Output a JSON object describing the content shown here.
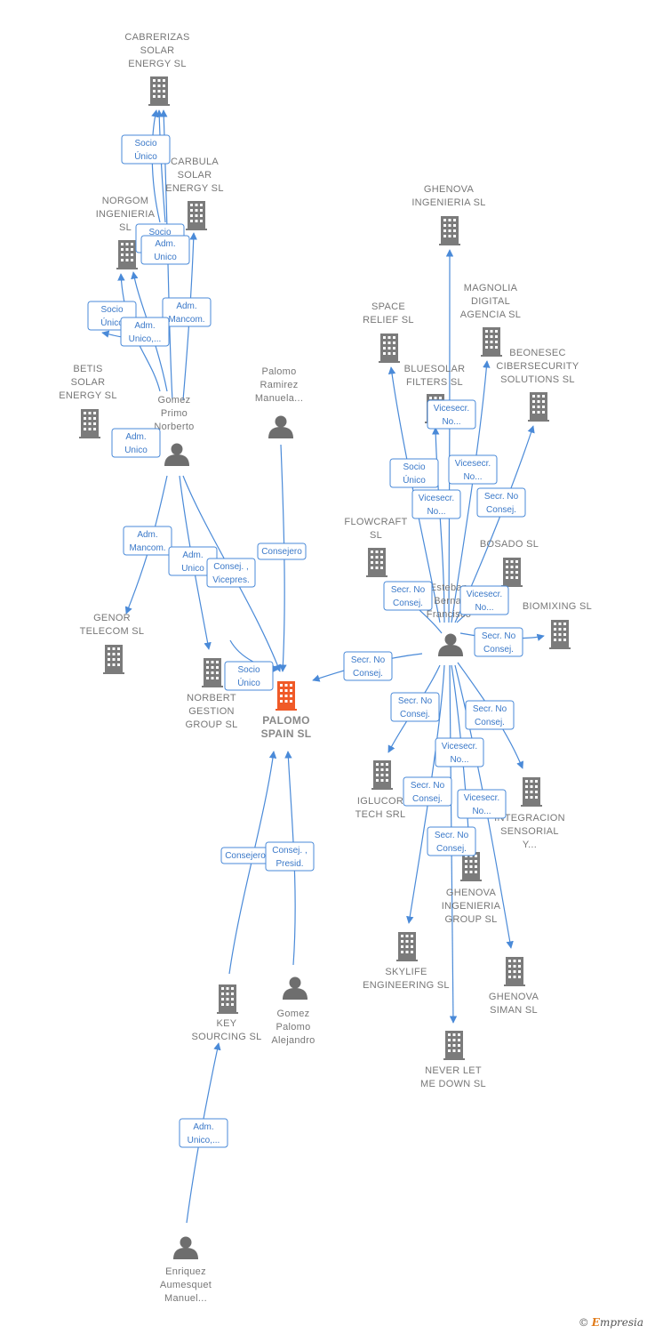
{
  "colors": {
    "edge": "#4a8ad8",
    "company": "#7b7b7b",
    "center_company": "#f05a28",
    "person": "#6e6e6e",
    "label": "#777777"
  },
  "nodes": [
    {
      "id": "palomo_spain",
      "type": "company",
      "center": true,
      "label": [
        "PALOMO",
        "SPAIN  SL"
      ]
    },
    {
      "id": "cabrerizas",
      "type": "company",
      "label": [
        "CABRERIZAS",
        "SOLAR",
        "ENERGY  SL"
      ]
    },
    {
      "id": "carbula",
      "type": "company",
      "label": [
        "CARBULA",
        "SOLAR",
        "ENERGY  SL"
      ]
    },
    {
      "id": "norgom",
      "type": "company",
      "label": [
        "NORGOM",
        "INGENIERIA",
        "SL"
      ]
    },
    {
      "id": "betis",
      "type": "company",
      "label": [
        "BETIS",
        "SOLAR",
        "ENERGY  SL"
      ]
    },
    {
      "id": "gomez_primo",
      "type": "person",
      "label": [
        "Gomez",
        "Primo",
        "Norberto"
      ]
    },
    {
      "id": "palomo_ramirez",
      "type": "person",
      "label": [
        "Palomo",
        "Ramirez",
        "Manuela..."
      ]
    },
    {
      "id": "genor",
      "type": "company",
      "label": [
        "GENOR",
        "TELECOM  SL"
      ]
    },
    {
      "id": "norbert",
      "type": "company",
      "label": [
        "NORBERT",
        "GESTION",
        "GROUP  SL"
      ]
    },
    {
      "id": "key_sourcing",
      "type": "company",
      "label": [
        "KEY",
        "SOURCING SL"
      ]
    },
    {
      "id": "gomez_palomo",
      "type": "person",
      "label": [
        "Gomez",
        "Palomo",
        "Alejandro"
      ]
    },
    {
      "id": "enriquez",
      "type": "person",
      "label": [
        "Enriquez",
        "Aumesquet",
        "Manuel..."
      ]
    },
    {
      "id": "ghenova_ing",
      "type": "company",
      "label": [
        "GHENOVA",
        "INGENIERIA SL"
      ]
    },
    {
      "id": "magnolia",
      "type": "company",
      "label": [
        "MAGNOLIA",
        "DIGITAL",
        "AGENCIA  SL"
      ]
    },
    {
      "id": "space_relief",
      "type": "company",
      "label": [
        "SPACE",
        "RELIEF  SL"
      ]
    },
    {
      "id": "bluesolar",
      "type": "company",
      "label": [
        "BLUESOLAR",
        "FILTERS  SL"
      ]
    },
    {
      "id": "beonesec",
      "type": "company",
      "label": [
        "BEONESEC",
        "CIBERSECURITY",
        "SOLUTIONS  SL"
      ]
    },
    {
      "id": "flowcraft",
      "type": "company",
      "label": [
        "FLOWCRAFT",
        "SL"
      ]
    },
    {
      "id": "bosado",
      "type": "company",
      "label": [
        "BOSADO SL"
      ]
    },
    {
      "id": "biomixing",
      "type": "company",
      "label": [
        "BIOMIXING  SL"
      ]
    },
    {
      "id": "esteban",
      "type": "person",
      "label": [
        "Esteban",
        "Bernal",
        "Francisco"
      ]
    },
    {
      "id": "iglucor",
      "type": "company",
      "label": [
        "IGLUCOR",
        "TECH SRL"
      ]
    },
    {
      "id": "integracion",
      "type": "company",
      "label": [
        "INTEGRACION",
        "SENSORIAL",
        "Y..."
      ]
    },
    {
      "id": "ghenova_group",
      "type": "company",
      "label": [
        "GHENOVA",
        "INGENIERIA",
        "GROUP  SL"
      ]
    },
    {
      "id": "skylife",
      "type": "company",
      "label": [
        "SKYLIFE",
        "ENGINEERING SL"
      ]
    },
    {
      "id": "ghenova_siman",
      "type": "company",
      "label": [
        "GHENOVA",
        "SIMAN  SL"
      ]
    },
    {
      "id": "never_let",
      "type": "company",
      "label": [
        "NEVER LET",
        "ME DOWN SL"
      ]
    }
  ],
  "edges": [
    {
      "label": [
        "Socio",
        "Único"
      ]
    },
    {
      "label": [
        "Socio",
        "Único"
      ]
    },
    {
      "label": [
        "Adm.",
        "Unico"
      ]
    },
    {
      "label": [
        "Adm.",
        "Mancom."
      ]
    },
    {
      "label": [
        "Socio",
        "Único"
      ]
    },
    {
      "label": [
        "Adm.",
        "Unico,..."
      ]
    },
    {
      "label": [
        "Adm.",
        "Unico"
      ]
    },
    {
      "label": [
        "Adm.",
        "Mancom."
      ]
    },
    {
      "label": [
        "Adm.",
        "Unico"
      ]
    },
    {
      "label": [
        "Consej. ,",
        "Vicepres."
      ]
    },
    {
      "label": [
        "Consejero"
      ]
    },
    {
      "label": [
        "Socio",
        "Único"
      ]
    },
    {
      "label": [
        "Consejero"
      ]
    },
    {
      "label": [
        "Consej. ,",
        "Presid."
      ]
    },
    {
      "label": [
        "Adm.",
        "Unico,..."
      ]
    },
    {
      "label": [
        "Secr.  No",
        "Consej."
      ]
    },
    {
      "label": [
        "Vicesecr.",
        "No..."
      ]
    },
    {
      "label": [
        "Socio",
        "Único"
      ]
    },
    {
      "label": [
        "Vicesecr.",
        "No..."
      ]
    },
    {
      "label": [
        "Vicesecr.",
        "No..."
      ]
    },
    {
      "label": [
        "Secr.  No",
        "Consej."
      ]
    },
    {
      "label": [
        "Secr.  No",
        "Consej."
      ]
    },
    {
      "label": [
        "Vicesecr.",
        "No..."
      ]
    },
    {
      "label": [
        "Secr.  No",
        "Consej."
      ]
    },
    {
      "label": [
        "Secr.  No",
        "Consej."
      ]
    },
    {
      "label": [
        "Secr.  No",
        "Consej."
      ]
    },
    {
      "label": [
        "Vicesecr.",
        "No..."
      ]
    },
    {
      "label": [
        "Secr.  No",
        "Consej."
      ]
    },
    {
      "label": [
        "Vicesecr.",
        "No..."
      ]
    },
    {
      "label": [
        "Secr.  No",
        "Consej."
      ]
    }
  ],
  "brand": {
    "symbol": "©",
    "name_first": "E",
    "name_rest": "mpresia"
  }
}
